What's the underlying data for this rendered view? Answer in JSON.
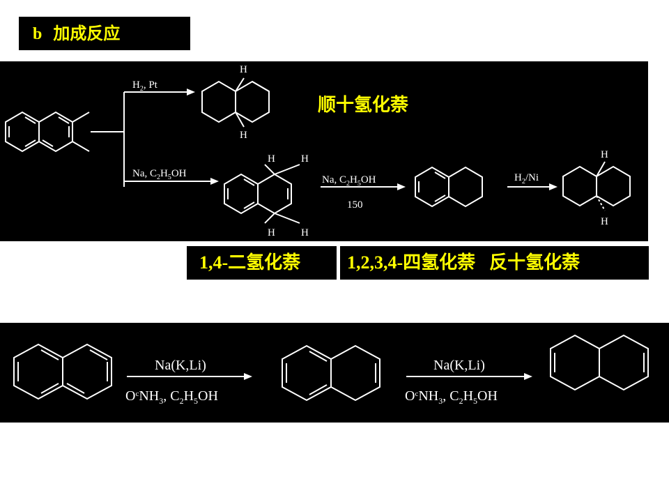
{
  "title": {
    "letter": "b",
    "text": "加成反应"
  },
  "top_panel": {
    "upper_reagent": {
      "main": "H",
      "sub": "2",
      "rest": ", Pt"
    },
    "lower_reagent": {
      "a": "Na, C",
      "s1": "2",
      "b": "H",
      "s2": "5",
      "c": "OH"
    },
    "step2_reagent": {
      "a": "Na, C",
      "s1": "2",
      "b": "H",
      "s2": "5",
      "c": "OH"
    },
    "step2_temp": "150",
    "step3_reagent": {
      "a": "H",
      "s1": "2",
      "b": "/Ni"
    },
    "cis_label": "顺十氢化萘",
    "h": "H"
  },
  "captions": {
    "dihydro": "1,4-二氢化萘",
    "tetrahydro": "1,2,3,4-四氢化萘",
    "trans": "反十氢化萘"
  },
  "bottom_panel": {
    "arrow1_top": "Na(K,Li)",
    "arrow1_bottom": {
      "a": "NH",
      "s1": "3",
      "b": ", C",
      "s2": "2",
      "c": "H",
      "s3": "5",
      "d": "OH"
    },
    "arrow2_top": "Na(K,Li)",
    "arrow2_bottom": {
      "a": "NH",
      "s1": "3",
      "b": ", C",
      "s2": "2",
      "c": "H",
      "s3": "5",
      "d": "OH"
    },
    "temp_mark": "O",
    "temp_degree": "c"
  }
}
